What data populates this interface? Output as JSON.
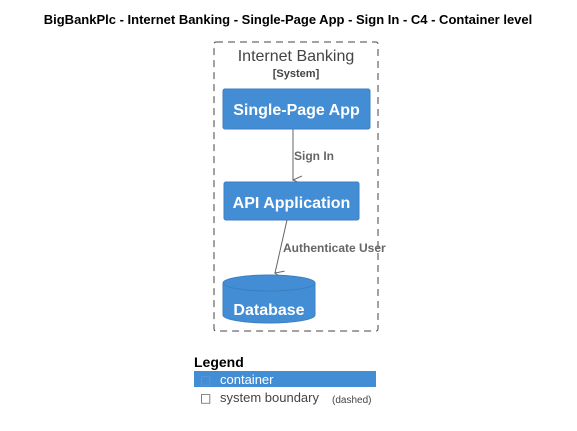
{
  "title": "BigBankPlc - Internet Banking - Single-Page App - Sign In - C4 - Container level",
  "boundary": {
    "name": "Internet Banking",
    "type": "[System]"
  },
  "containers": {
    "spa": "Single-Page App",
    "api": "API Application",
    "database": "Database"
  },
  "relations": {
    "sign_in": "Sign In",
    "authenticate": "Authenticate User"
  },
  "legend": {
    "title": "Legend",
    "container_label": "container",
    "boundary_label": "system boundary",
    "boundary_note": "(dashed)",
    "container_glyph": "□",
    "boundary_glyph": "□"
  },
  "colors": {
    "container_fill": "#438DD5",
    "container_stroke": "#3C7FC0",
    "boundary_stroke": "#444444",
    "arrow": "#666666"
  }
}
